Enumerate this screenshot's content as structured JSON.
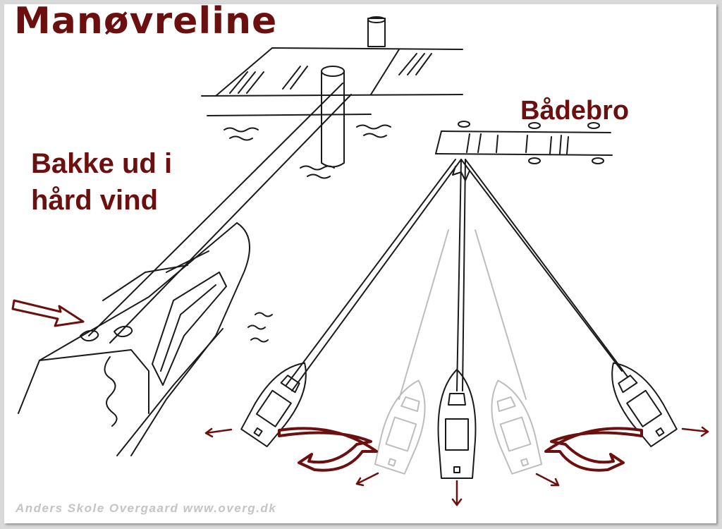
{
  "title": "Manøvreline",
  "labels": {
    "jetty": "Bådebro",
    "wind": "Bakke ud i hård vind"
  },
  "credit": "Anders Skole Overgaard www.overg.dk",
  "colors": {
    "accent": "#6b0f0f",
    "line": "#1a1a1a",
    "faded": "#bdbdbd",
    "credit": "#c4c4c4"
  }
}
